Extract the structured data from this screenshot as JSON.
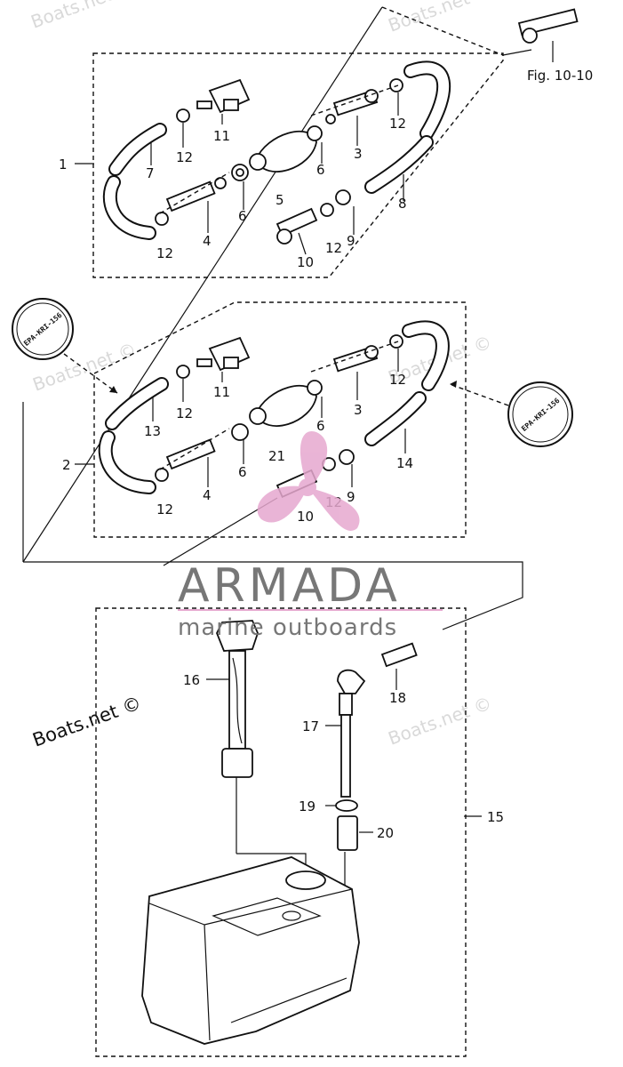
{
  "figure_ref": "Fig. 10-10",
  "callouts": {
    "c1": "1",
    "c2": "2",
    "c3": "3",
    "c4": "4",
    "c5": "5",
    "c6": "6",
    "c7": "7",
    "c8": "8",
    "c9": "9",
    "c10": "10",
    "c11": "11",
    "c12": "12",
    "c13": "13",
    "c14": "14",
    "c15": "15",
    "c16": "16",
    "c17": "17",
    "c18": "18",
    "c19": "19",
    "c20": "20",
    "c21": "21"
  },
  "stamp": "EPA-KRI-156",
  "watermarks": {
    "site": "Boats.net ©",
    "site_short": "Boats.net",
    "brand_main": "ARMADA",
    "brand_sub": "marine outboards"
  },
  "colors": {
    "line": "#111111",
    "logo_pink": "#e6a8cf",
    "watermark_gray": "#d9d9d9"
  }
}
